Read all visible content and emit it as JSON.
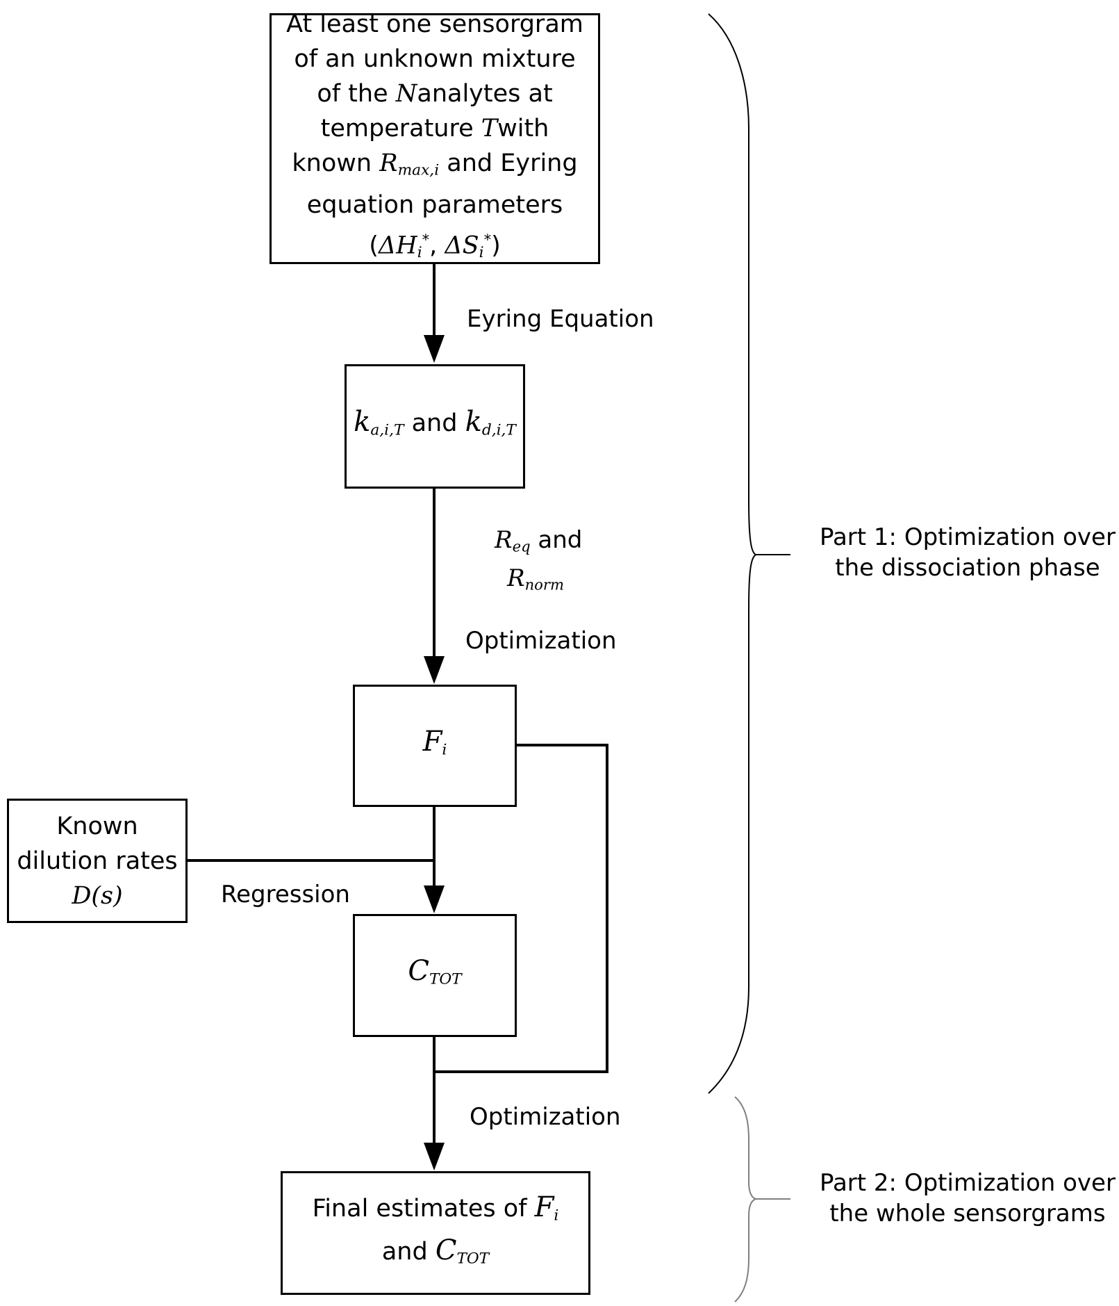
{
  "boxes": {
    "input": {
      "line1": "At least one sensorgram",
      "line2": "of an unknown mixture",
      "line3_pre": "of the ",
      "line3_var": "N",
      "line3_post": "analytes at",
      "line4_pre": "temperature ",
      "line4_var": "T",
      "line4_post": "with",
      "line5_pre": "known ",
      "line5_var": "R",
      "line5_sub": "max,i",
      "line5_post": " and Eyring",
      "line6": "equation parameters",
      "params_open": "(",
      "dh": "ΔH",
      "dh_sub": "i",
      "dh_sup": "*",
      "comma": ", ",
      "ds": "ΔS",
      "ds_sub": "i",
      "ds_sup": "*",
      "params_close": ")"
    },
    "rates": {
      "ka": "k",
      "ka_sub": "a,i,T",
      "and": " and ",
      "kd": "k",
      "kd_sub": "d,i,T"
    },
    "fi": {
      "var": "F",
      "sub": "i"
    },
    "dilution": {
      "line1": "Known",
      "line2": "dilution rates",
      "var": "D(s)"
    },
    "ctot": {
      "var": "C",
      "sub": "TOT"
    },
    "final": {
      "line1_pre": "Final estimates of ",
      "line1_var": "F",
      "line1_sub": "i",
      "line2_pre": "and ",
      "line2_var": "C",
      "line2_sub": "TOT"
    }
  },
  "edges": {
    "eyring": "Eyring Equation",
    "req_var": "R",
    "req_sub": "eq",
    "req_post": " and",
    "rnorm_var": "R",
    "rnorm_sub": "norm",
    "optimization1": "Optimization",
    "regression": "Regression",
    "optimization2": "Optimization"
  },
  "parts": {
    "part1_line1": "Part 1: Optimization over",
    "part1_line2": "the dissociation phase",
    "part2_line1": "Part 2: Optimization over",
    "part2_line2": "the whole sensorgrams"
  },
  "colors": {
    "line": "#000000",
    "brace2": "#7f7f7f"
  }
}
